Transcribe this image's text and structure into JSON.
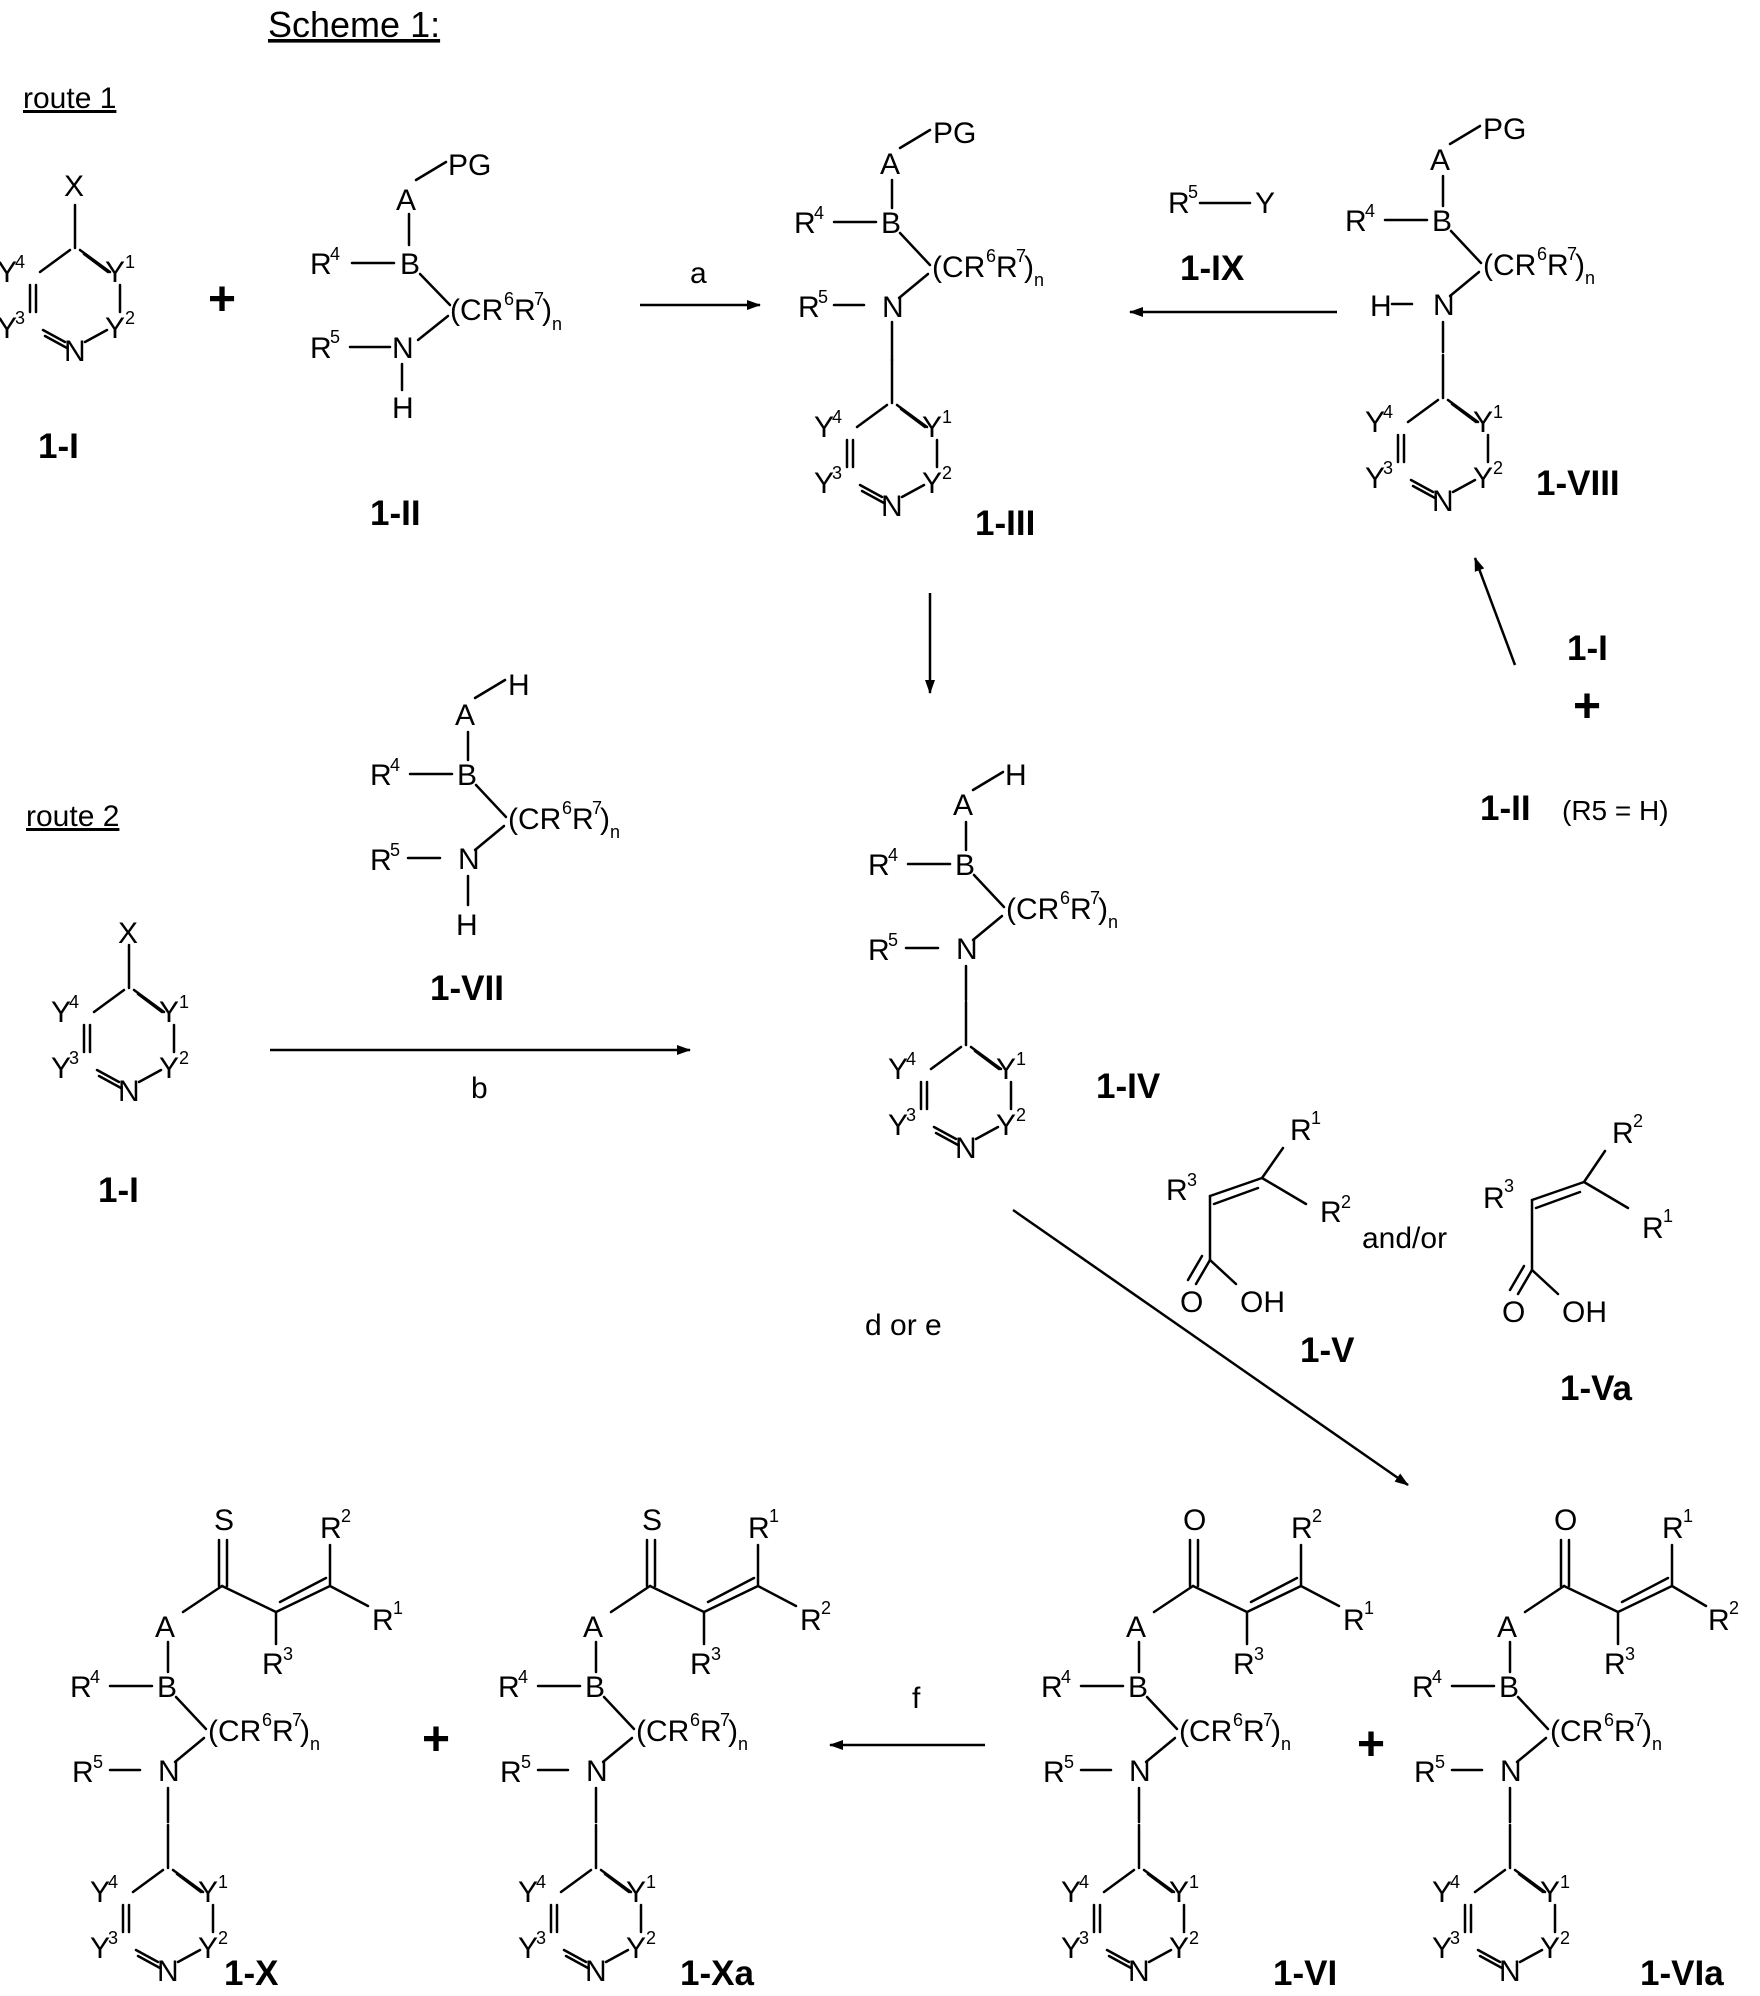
{
  "title": "Scheme 1:",
  "routes": [
    "route 1",
    "route 2"
  ],
  "compounds": {
    "c1I_top": "1-I",
    "c1II": "1-II",
    "c1III": "1-III",
    "c1VIII": "1-VIII",
    "c1IX": "1-IX",
    "c1I_side": "1-I",
    "c1II_side": "1-II",
    "c1II_side_note": "(R5 = H)",
    "c1VII": "1-VII",
    "c1I_bottom": "1-I",
    "c1IV": "1-IV",
    "c1V": "1-V",
    "c1Va": "1-Va",
    "c1X": "1-X",
    "c1Xa": "1-Xa",
    "c1VI": "1-VI",
    "c1VIa": "1-VIa"
  },
  "conditions": {
    "a": "a",
    "b": "b",
    "de": "d or e",
    "f": "f"
  },
  "misc": {
    "andor": "and/or",
    "plus": "+"
  }
}
